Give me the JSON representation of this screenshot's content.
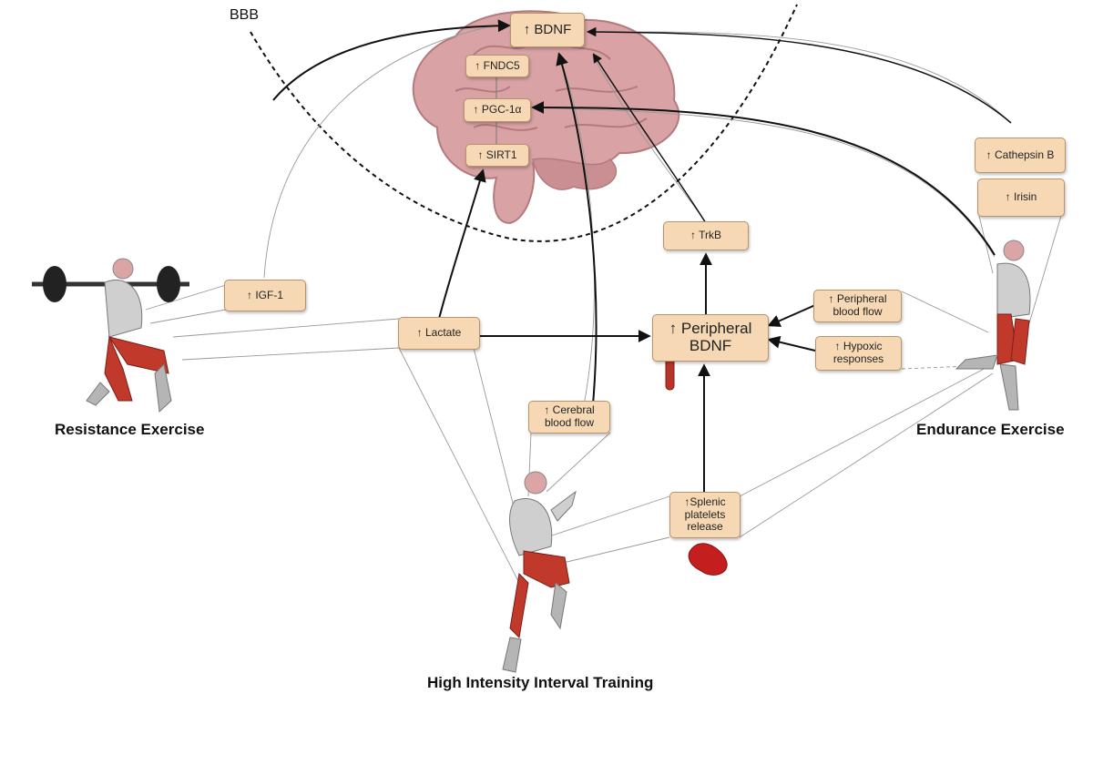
{
  "labels": {
    "bbb": "BBB",
    "resistance": "Resistance Exercise",
    "hiit": "High Intensity Interval Training",
    "endurance": "Endurance Exercise"
  },
  "boxes": {
    "bdnf": "↑ BDNF",
    "fndc5": "↑ FNDC5",
    "pgc1a": "↑ PGC-1α",
    "sirt1": "↑ SIRT1",
    "trkb": "↑ TrkB",
    "igf1": "↑ IGF-1",
    "lactate": "↑ Lactate",
    "peripheral_bdnf_line1": "↑ Peripheral",
    "peripheral_bdnf_line2": "BDNF",
    "peripheral_blood_flow_line1": "↑ Peripheral",
    "peripheral_blood_flow_line2": "blood flow",
    "hypoxic_line1": "↑ Hypoxic",
    "hypoxic_line2": "responses",
    "cerebral_line1": "↑ Cerebral",
    "cerebral_line2": "blood flow",
    "splenic_line1": "↑Splenic",
    "splenic_line2": "platelets",
    "splenic_line3": "release",
    "cathepsin": "↑ Cathepsin B",
    "irisin": "↑ Irisin"
  },
  "colors": {
    "box_fill": "#f6d9b4",
    "box_border": "#b8926a",
    "brain": "#d9a3a6",
    "muscle": "#c0392b"
  },
  "icons": [
    "brain-illustration",
    "barbell-icon",
    "spleen-icon",
    "blood-tube-icon"
  ]
}
